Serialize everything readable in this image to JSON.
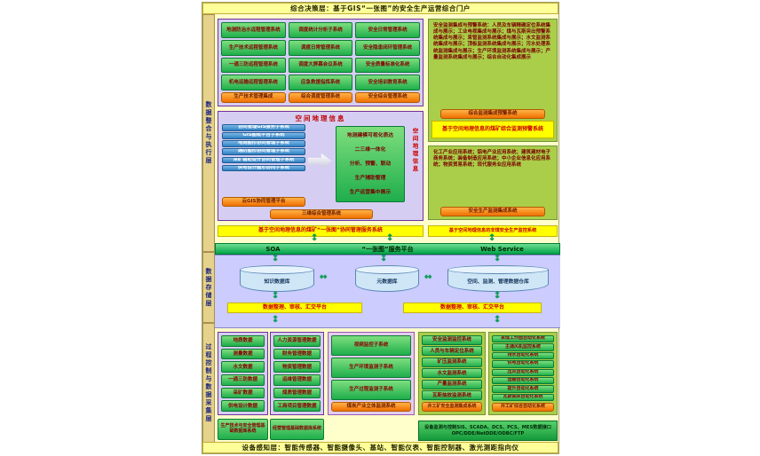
{
  "icons": {
    "updown": "↕",
    "leftright": "↔"
  },
  "banners": {
    "top": "综合决策层：基于GIS“一张图”的安全生产运营综合门户",
    "bottom": "设备感知层：智能传感器、智能摄像头、基站、智能仪表、智能控制器、激光测距指向仪"
  },
  "layer_labels": {
    "integration": "数据整合与执行层",
    "storage": "数据存储层",
    "process": "过程控制与数据采集层"
  },
  "execution_layer": {
    "remote_panel": {
      "columns": [
        {
          "items": [
            "地测防治水远程管理系统",
            "生产技术远程管理系统",
            "一通三防远程管理系统",
            "机电运输远程管理系统"
          ],
          "footer": "生产技术管理集成"
        },
        {
          "items": [
            "调度统计分析子系统",
            "调度日常管理系统",
            "调度大屏幕会议系统",
            "应急救援指挥系统"
          ],
          "footer": "综合调度管理系统"
        },
        {
          "items": [
            "安全日常管理系统",
            "安全隐患闭环管理系统",
            "安全质量标准化系统",
            "安全培训教育系统"
          ],
          "footer": "安全综合管理系统"
        }
      ]
    },
    "monitor_panel": {
      "text": "安全监测集成与预警系统：人员及车辆精确定位系统集成与展示；工业电视集成与展示；煤与瓦斯突出预警系统集成与展示；束管监测系统集成与展示；水文监测系统集成与展示；顶板监测系统集成与展示；污水处理系统监测集成与展示；生产环境监测系统集成与展示；产量监测系统集成与展示；综合自动化集成展示",
      "footer": "综合监测集成预警系统",
      "banner": "基于空间地理信息的煤矿综合监测预警系统"
    },
    "gis_panel": {
      "title": "空间地理信息",
      "subsystems": [
        "协同管理GIS服务子系统",
        "GIS图纸平台子系统",
        "地测图形协同管理子系统",
        "通防图形协同管理子系统",
        "采矿辅助设计协同管理子系统",
        "供电设计图形协同子系统"
      ],
      "platform": "云GIS协同管理平台",
      "capabilities": [
        "地测建模可视化表达",
        "二三维一体化",
        "分析、预警、联动",
        "生产辅助管理",
        "生产运营集中展示"
      ],
      "side_label": "空间地理信息",
      "footer": "三维综合管理系统"
    },
    "noncoal_panel": {
      "text": "化工产业应用系统；铝电产业应用系统；建筑建材电子商务系统；装备制造应用系统；中小企业信息化应用系统；物资贸易系统；现代服务业应用系统",
      "footer": "安全生产监测集成系统"
    },
    "coal_map_banner": "基于空间地理信息的煤矿“一张图”协同管理服务系统",
    "noncoal_banner": "基于空间地理信息的非煤安全生产监控系统"
  },
  "service_band": {
    "left": "SOA",
    "center": "“一张图”服务平台",
    "right": "Web Service"
  },
  "storage_layer": {
    "databases": [
      "知识数据库",
      "元数据库",
      "空间、监测、管理数据仓库"
    ],
    "platforms": [
      "数据整理、审核、汇交平台",
      "数据整理、审核、汇交平台"
    ]
  },
  "process_layer": {
    "base1": {
      "items": [
        "地质数据",
        "测量数据",
        "水文数据",
        "一通三防数据",
        "采矿数据",
        "供电设计数据"
      ],
      "footer": "生产技术与安全管理基础数据库系统"
    },
    "base2": {
      "items": [
        "人力资源管理数据",
        "财务管理数据",
        "物资管理数据",
        "运维管理数据",
        "煤质管理数据",
        "工商项目管理数据"
      ],
      "footer": "经营管理基础数据库系统"
    },
    "video": {
      "items": [
        "视频监控子系统",
        "生产环境监测子系统",
        "生产过程监测子系统"
      ],
      "footer": "煤炭产业立体监测系统"
    },
    "safety": {
      "items": [
        "安全监测监控系统",
        "人员与车辆定位系统",
        "矿压监测系统",
        "水文监测系统",
        "产量监测系统",
        "瓦斯抽放监测系统"
      ],
      "footer": "井工矿安全监测集成系统"
    },
    "automation": {
      "items": [
        "采煤工作面自动化系统",
        "主通风机监控系统",
        "排水自动化系统",
        "供电自动化系统",
        "压风自动化系统",
        "运输自动化系统",
        "提升自动化系统",
        "瓦斯抽采自动化系统"
      ],
      "footer": "井工矿综合自动化系统"
    },
    "interface": {
      "line1": "设备监测与控制SIS、SCADA、DCS、PCS、MES数据接口",
      "line2": "OPC/DDE/NetDDE/ODBC/FTP"
    }
  }
}
